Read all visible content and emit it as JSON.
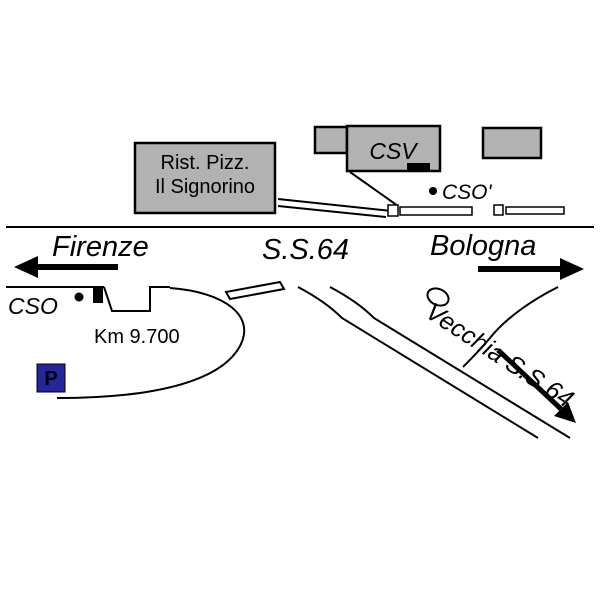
{
  "map": {
    "buildings": {
      "restaurant_line1": "Rist. Pizz.",
      "restaurant_line2": "Il Signorino",
      "csv_label": "CSV"
    },
    "roads": {
      "main_label": "S.S.64",
      "west_label": "Firenze",
      "east_label": "Bologna",
      "branch_label": "Vecchia S.S.64"
    },
    "markers": {
      "cso_left_label": "CSO",
      "cso_top_label": "CSO'",
      "km_label": "Km 9.700",
      "parking_label": "P"
    },
    "colors": {
      "background": "#ffffff",
      "building_fill": "#b2b2b2",
      "line": "#000000",
      "parking_blue": "#26269c",
      "parking_text": "#ffffff"
    }
  }
}
